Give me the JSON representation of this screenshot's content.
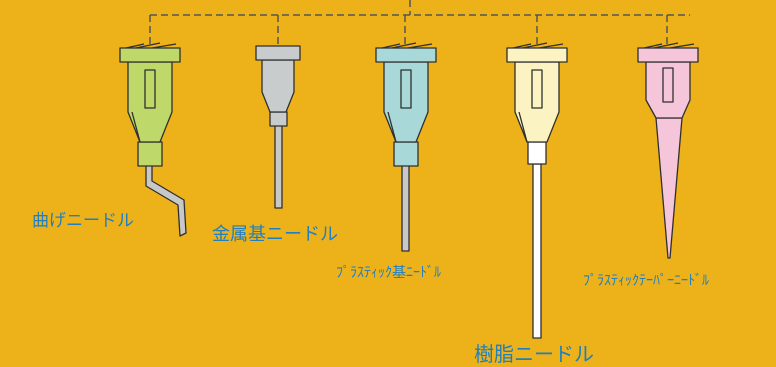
{
  "background_color": "#EDB21A",
  "label_color": "#1F7FBF",
  "needles": [
    {
      "label": "曲げニードル",
      "hub_color": "#BFD86A",
      "needle": "bent-metal"
    },
    {
      "label": "金属基ニードル",
      "hub_color": "#C8CCCC",
      "needle": "straight-metal"
    },
    {
      "label": "ﾌﾟﾗｽﾃｨｯｸ基ﾆｰﾄﾞﾙ",
      "hub_color": "#A8D8D8",
      "needle": "straight-metal"
    },
    {
      "label": "樹脂ニードル",
      "hub_color": "#FBF4C2",
      "needle": "white-resin"
    },
    {
      "label": "ﾌﾟﾗｽﾃｨｯｸﾃｰﾊﾟｰﾆｰﾄﾞﾙ",
      "hub_color": "#F5C6DA",
      "needle": "pink-taper"
    }
  ]
}
